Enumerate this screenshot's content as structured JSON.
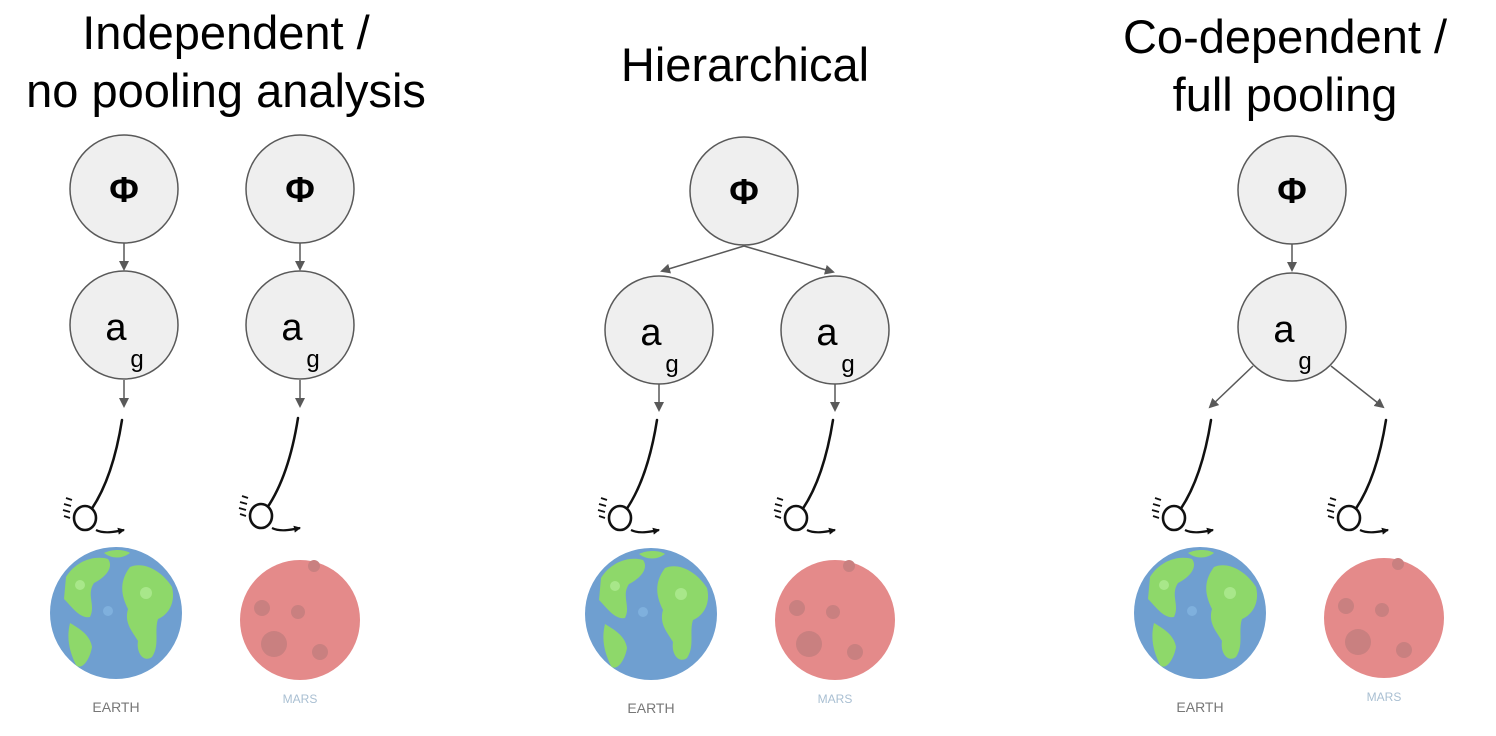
{
  "panels": [
    {
      "title_line1": "Independent /",
      "title_line2": "no pooling analysis",
      "phi_labels": [
        "Φ",
        "Φ"
      ],
      "a_labels": [
        "a",
        "a"
      ],
      "a_subscripts": [
        "g",
        "g"
      ],
      "planet_labels": [
        "EARTH",
        "MARS"
      ]
    },
    {
      "title_line1": "Hierarchical",
      "phi_labels": [
        "Φ"
      ],
      "a_labels": [
        "a",
        "a"
      ],
      "a_subscripts": [
        "g",
        "g"
      ],
      "planet_labels": [
        "EARTH",
        "MARS"
      ]
    },
    {
      "title_line1": "Co-dependent /",
      "title_line2": "full pooling",
      "phi_labels": [
        "Φ"
      ],
      "a_labels": [
        "a"
      ],
      "a_subscripts": [
        "g"
      ],
      "planet_labels": [
        "EARTH",
        "MARS"
      ]
    }
  ],
  "colors": {
    "node_fill": "#efefef",
    "node_stroke": "#595959",
    "arrow": "#595959",
    "earth_ocean": "#6f9fd0",
    "earth_land": "#8ed86a",
    "mars": "#e48a8a",
    "earth_label": "#777777",
    "mars_label": "#a9bfd2"
  }
}
